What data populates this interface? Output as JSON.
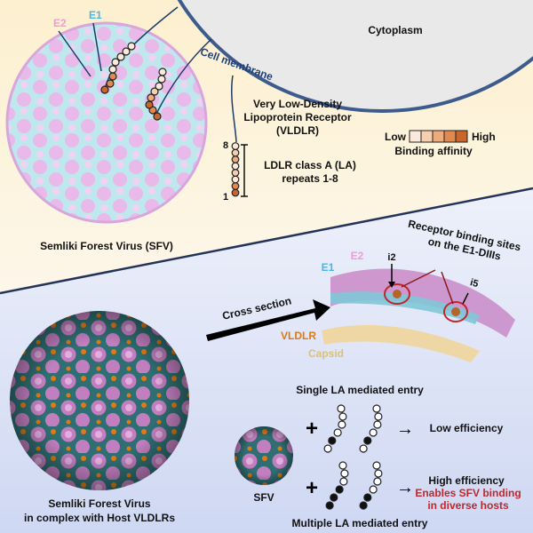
{
  "top": {
    "cytoplasm": "Cytoplasm",
    "cell_membrane": "Cell membrane",
    "e2_label": "E2",
    "e1_label": "E1",
    "vldlr_line1": "Very Low-Density",
    "vldlr_line2": "Lipoprotein Receptor",
    "vldlr_line3": "(VLDLR)",
    "la_label_line1": "LDLR class A (LA)",
    "la_label_line2": "repeats 1-8",
    "la_top_num": "8",
    "la_bottom_num": "1",
    "legend_low": "Low",
    "legend_high": "High",
    "legend_caption": "Binding affinity",
    "legend_colors": [
      "#fbe9dc",
      "#f6cfae",
      "#eeac7e",
      "#e08a52",
      "#c8662d"
    ],
    "sfv_caption": "Semliki Forest Virus (SFV)"
  },
  "bottom": {
    "receptor_sites_line1": "Receptor binding sites",
    "receptor_sites_line2": "on the E1-DIIIs",
    "i2": "i2",
    "i5": "i5",
    "e1": "E1",
    "e2": "E2",
    "cross_section": "Cross section",
    "vldlr": "VLDLR",
    "capsid": "Capsid",
    "single_entry": "Single LA mediated entry",
    "low_efficiency": "Low efficiency",
    "high_efficiency": "High efficiency",
    "enables_line1": "Enables SFV binding",
    "enables_line2": "in diverse hosts",
    "sfv_small": "SFV",
    "multiple_entry": "Multiple LA mediated entry",
    "complex_line1": "Semliki Forest Virus",
    "complex_line2": "in complex with Host VLDLRs",
    "plus": "+",
    "arrow": "→"
  }
}
